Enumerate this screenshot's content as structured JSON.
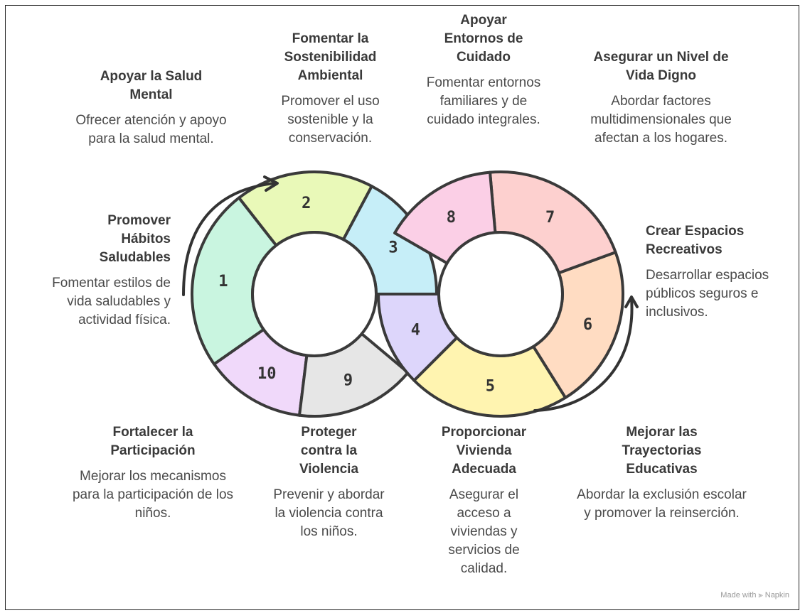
{
  "segments": [
    {
      "num": "1",
      "color": "#c9f5e0",
      "title": "Promover Hábitos Saludables",
      "desc": "Fomentar estilos de vida saludables y actividad física."
    },
    {
      "num": "2",
      "color": "#e9f9b8",
      "title": "Apoyar la Salud Mental",
      "desc": "Ofrecer atención y apoyo para la salud mental."
    },
    {
      "num": "3",
      "color": "#c6eef8",
      "title": "Fomentar la Sostenibilidad Ambiental",
      "desc": "Promover el uso sostenible y la conservación."
    },
    {
      "num": "4",
      "color": "#ddd6fb",
      "title": "Proporcionar Vivienda Adecuada",
      "desc": "Asegurar el acceso a viviendas y servicios de calidad."
    },
    {
      "num": "5",
      "color": "#fff4b0",
      "title": "Mejorar las Trayectorias Educativas",
      "desc": "Abordar la exclusión escolar y promover la reinserción."
    },
    {
      "num": "6",
      "color": "#ffdcc2",
      "title": "Crear Espacios Recreativos",
      "desc": "Desarrollar espacios públicos seguros e inclusivos."
    },
    {
      "num": "7",
      "color": "#fdd0cf",
      "title": "Asegurar un Nivel de Vida Digno",
      "desc": "Abordar factores multidimensionales que afectan a los hogares."
    },
    {
      "num": "8",
      "color": "#fbcfe6",
      "title": "Apoyar Entornos de Cuidado",
      "desc": "Fomentar entornos familiares y de cuidado integrales."
    },
    {
      "num": "9",
      "color": "#e6e6e6",
      "title": "Proteger contra la Violencia",
      "desc": "Prevenir y abordar la violencia contra los niños."
    },
    {
      "num": "10",
      "color": "#f0d9fa",
      "title": "Fortalecer la Participación",
      "desc": "Mejorar los mecanismos para la participación de los niños."
    }
  ],
  "footer": "Made with ⫸ Napkin"
}
